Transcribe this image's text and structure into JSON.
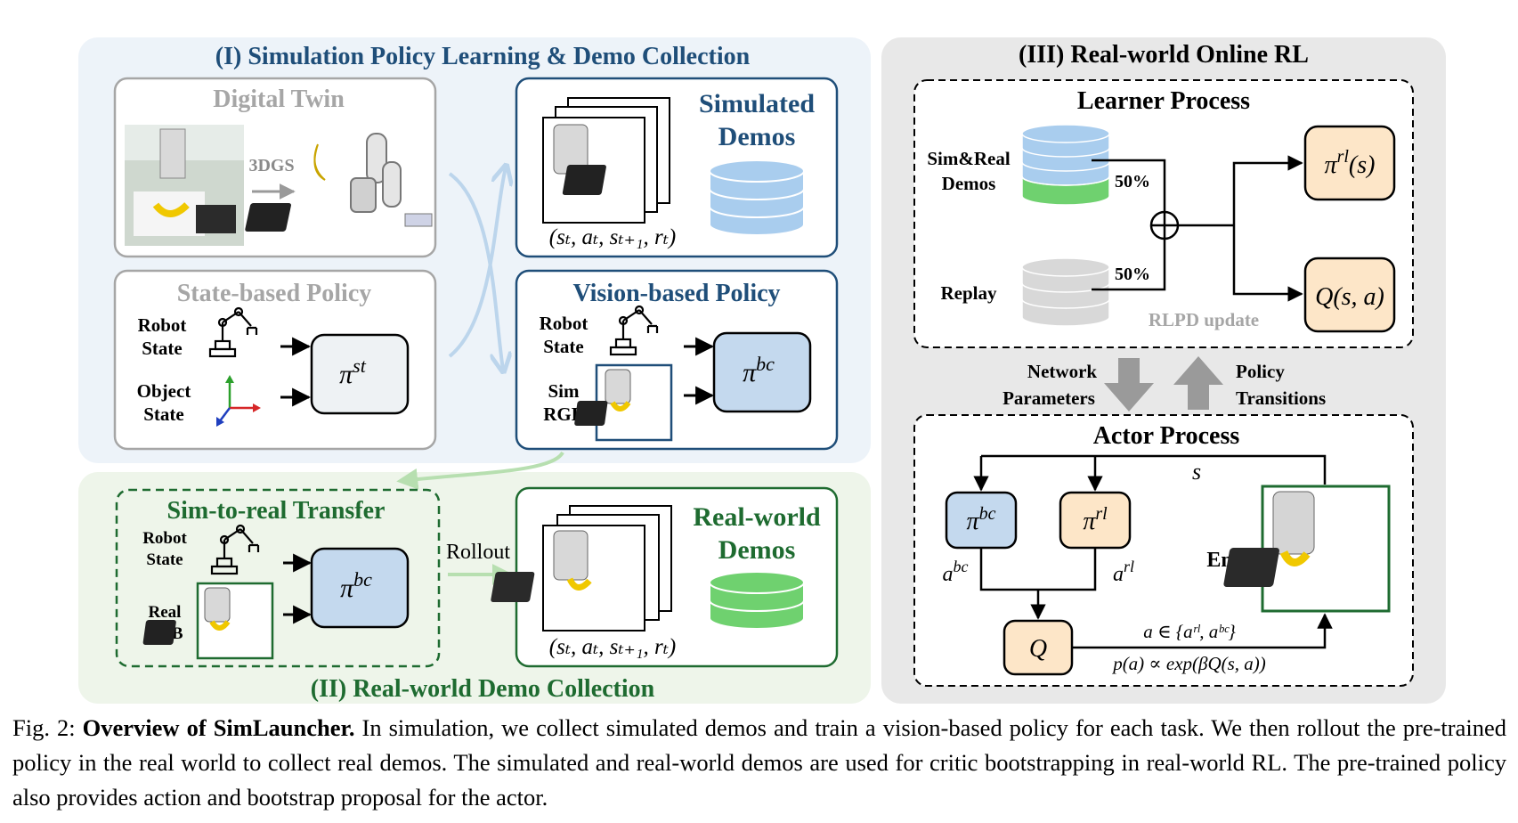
{
  "panel_sim": {
    "title": "(I) Simulation Policy Learning & Demo Collection",
    "digital_twin": {
      "title": "Digital Twin",
      "arrow_label": "3DGS"
    },
    "simulated_demos": {
      "title_line1": "Simulated",
      "title_line2": "Demos",
      "tuple": "(sₜ, aₜ, sₜ₊₁, rₜ)"
    },
    "state_policy": {
      "title": "State-based Policy",
      "robot_state_line1": "Robot",
      "robot_state_line2": "State",
      "object_state_line1": "Object",
      "object_state_line2": "State",
      "policy_symbol": "π",
      "policy_sup": "st"
    },
    "vision_policy": {
      "title": "Vision-based Policy",
      "robot_state_line1": "Robot",
      "robot_state_line2": "State",
      "sim_rgb_line1": "Sim",
      "sim_rgb_line2": "RGB",
      "policy_symbol": "π",
      "policy_sup": "bc"
    }
  },
  "panel_real": {
    "title": "(II) Real-world Demo Collection",
    "transfer": {
      "title": "Sim-to-real Transfer",
      "robot_state_line1": "Robot",
      "robot_state_line2": "State",
      "real_rgb_line1": "Real",
      "real_rgb_line2": "RGB",
      "policy_symbol": "π",
      "policy_sup": "bc"
    },
    "rollout_label": "Rollout",
    "real_demos": {
      "title_line1": "Real-world",
      "title_line2": "Demos",
      "tuple": "(sₜ, aₜ, sₜ₊₁, rₜ)"
    }
  },
  "panel_rl": {
    "title": "(III) Real-world Online RL",
    "learner": {
      "title": "Learner Process",
      "demos_line1": "Sim&Real",
      "demos_line2": "Demos",
      "replay": "Replay",
      "pct_top": "50%",
      "pct_bottom": "50%",
      "update_label": "RLPD update",
      "pi_rl_symbol": "π",
      "pi_rl_sup": "rl",
      "pi_rl_arg": "(s)",
      "q_label": "Q(s, a)"
    },
    "network_params_line1": "Network",
    "network_params_line2": "Parameters",
    "policy_transitions_line1": "Policy",
    "policy_transitions_line2": "Transitions",
    "actor": {
      "title": "Actor Process",
      "state_label": "s",
      "pi_bc_symbol": "π",
      "pi_bc_sup": "bc",
      "pi_rl_symbol": "π",
      "pi_rl_sup": "rl",
      "a_bc_base": "a",
      "a_bc_sup": "bc",
      "a_rl_base": "a",
      "a_rl_sup": "rl",
      "env_label": "Env",
      "q_label": "Q",
      "select_label": "a ∈ {aʳˡ, aᵇᶜ}",
      "prob_label": "p(a) ∝ exp(βQ(s, a))"
    }
  },
  "caption": {
    "prefix": "Fig. 2: ",
    "bold": "Overview of SimLauncher.",
    "body": " In simulation, we collect simulated demos and train a vision-based policy for each task. We then rollout the pre-trained policy in the real world to collect real demos. The simulated and real-world demos are used for critic bootstrapping in real-world RL. The pre-trained policy also provides action and bootstrap proposal for the actor."
  },
  "colors": {
    "sim_bg": "#edf3f9",
    "real_bg": "#eef5ea",
    "rl_bg": "#e8e8e8",
    "blue_title": "#1f4e79",
    "green_title": "#1e6b30",
    "db_blue": "#a9cdee",
    "db_green": "#6fd16f",
    "db_gray": "#d8d8d8",
    "policy_blue": "#c4d9ee",
    "policy_orange": "#fde6c8",
    "grey_text": "#a6a6a6"
  }
}
